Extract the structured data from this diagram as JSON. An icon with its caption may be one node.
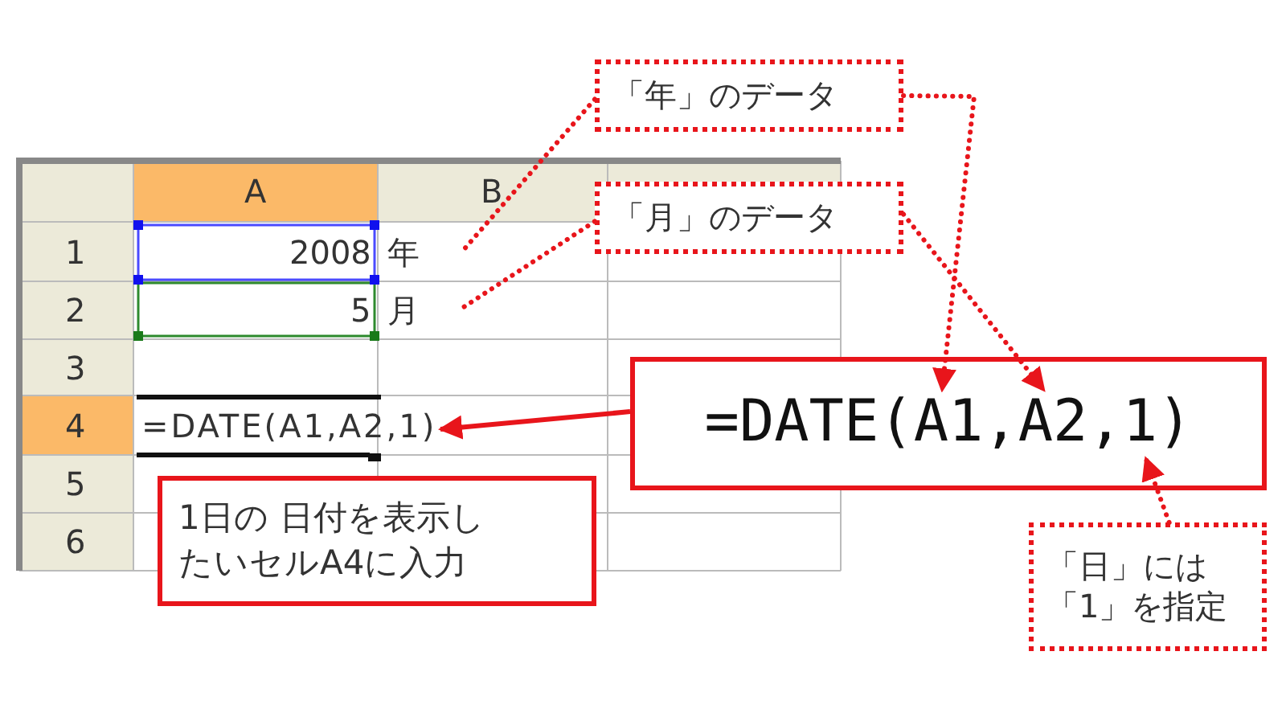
{
  "diagram": {
    "nodes": [
      {
        "text": [
          "「年」のデータ"
        ]
      },
      {
        "text": [
          "「月」のデータ"
        ]
      },
      {
        "text": [
          "=DATE(A1,A2,1)"
        ]
      },
      {
        "text": [
          "「日」には「1」を指定"
        ]
      },
      {
        "text": [
          "1日の 日付を表示したいセルA4に入力"
        ]
      },
      {
        "text": [
          "年"
        ]
      },
      {
        "text": [
          "月"
        ]
      },
      {
        "text": [
          "=DATE(A1,A2,1)"
        ]
      }
    ],
    "edges": [
      {
        "from": 0,
        "to": 5,
        "arrow": "none",
        "style": "dashed"
      },
      {
        "from": 1,
        "to": 6,
        "arrow": "none",
        "style": "dashed"
      },
      {
        "from": 0,
        "to": 2,
        "arrow": "to",
        "style": "dashed"
      },
      {
        "from": 1,
        "to": 2,
        "arrow": "to",
        "style": "dashed"
      },
      {
        "from": 3,
        "to": 2,
        "arrow": "to",
        "style": "dashed"
      },
      {
        "from": 2,
        "to": 7,
        "arrow": "to"
      }
    ],
    "labels": [
      "A",
      "B",
      "1",
      "2008",
      "2",
      "5",
      "3",
      "4",
      "5",
      "6"
    ]
  }
}
